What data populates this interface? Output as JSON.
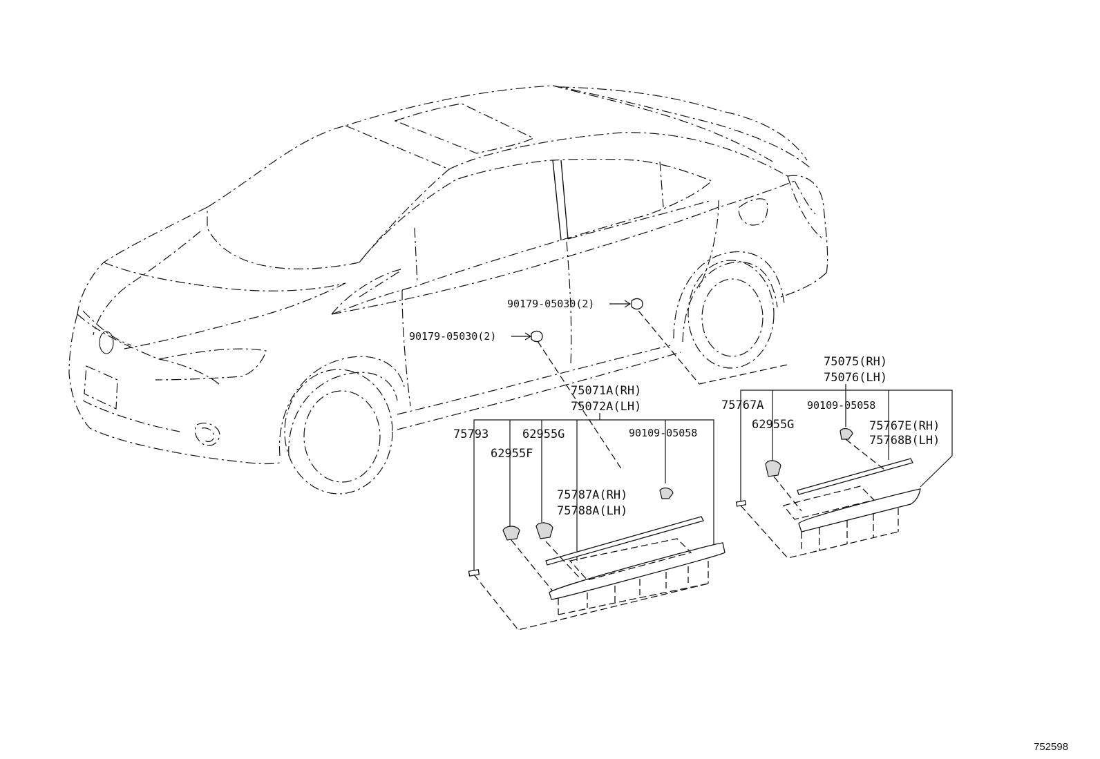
{
  "figure_id": "752598",
  "callouts": {
    "clip_front": "90179-05030(2)",
    "clip_rear": "90179-05030(2)",
    "front_molding": [
      "75071A(RH)",
      "75072A(LH)"
    ],
    "front_tape": "75793",
    "front_clip_f": "62955F",
    "front_clip_g": "62955G",
    "front_nut": "90109-05058",
    "front_protector": [
      "75787A(RH)",
      "75788A(LH)"
    ],
    "rear_molding": [
      "75075(RH)",
      "75076(LH)"
    ],
    "rear_tape": "75767A",
    "rear_clip_g": "62955G",
    "rear_nut": "90109-05058",
    "rear_protector": [
      "75767E(RH)",
      "75768B(LH)"
    ]
  }
}
